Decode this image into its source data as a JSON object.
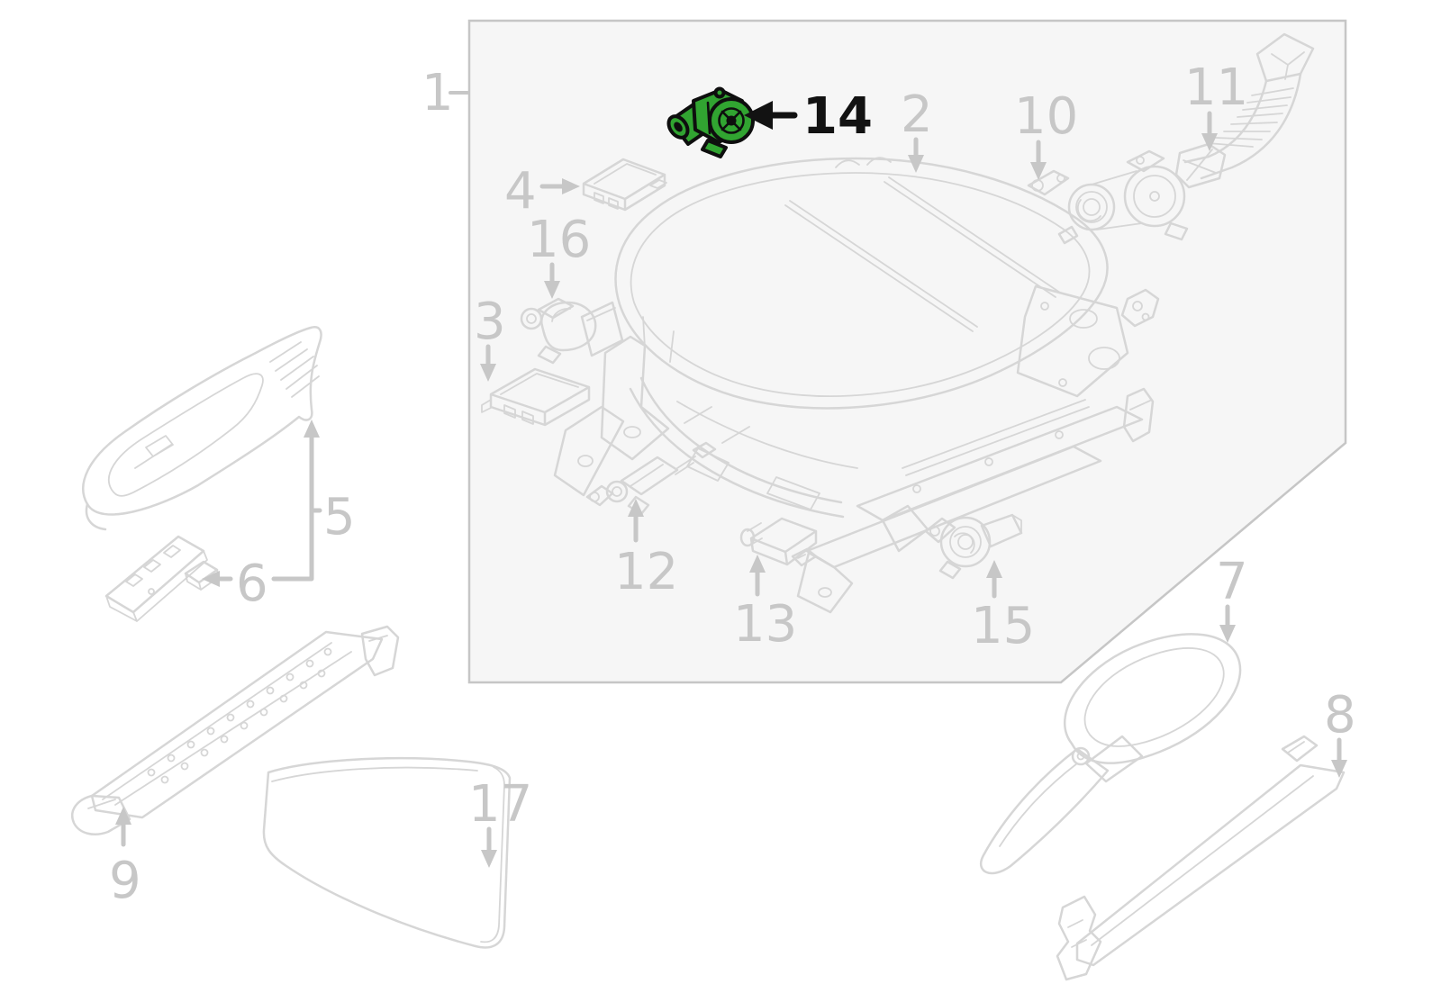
{
  "diagram": {
    "highlighted_part": "14",
    "colors": {
      "background": "#ffffff",
      "box_fill": "#f6f6f6",
      "box_border": "#c6c6c6",
      "line": "#d6d6d6",
      "label": "#c7c7c7",
      "highlight_fill": "#31a431",
      "highlight_outline": "#0e0e0e",
      "highlight_label": "#121212"
    },
    "callouts": [
      {
        "label": "1"
      },
      {
        "label": "2"
      },
      {
        "label": "3"
      },
      {
        "label": "4"
      },
      {
        "label": "5"
      },
      {
        "label": "6"
      },
      {
        "label": "7"
      },
      {
        "label": "8"
      },
      {
        "label": "9"
      },
      {
        "label": "10"
      },
      {
        "label": "11"
      },
      {
        "label": "12"
      },
      {
        "label": "13"
      },
      {
        "label": "14",
        "highlighted": true
      },
      {
        "label": "15"
      },
      {
        "label": "16"
      },
      {
        "label": "17"
      }
    ]
  }
}
